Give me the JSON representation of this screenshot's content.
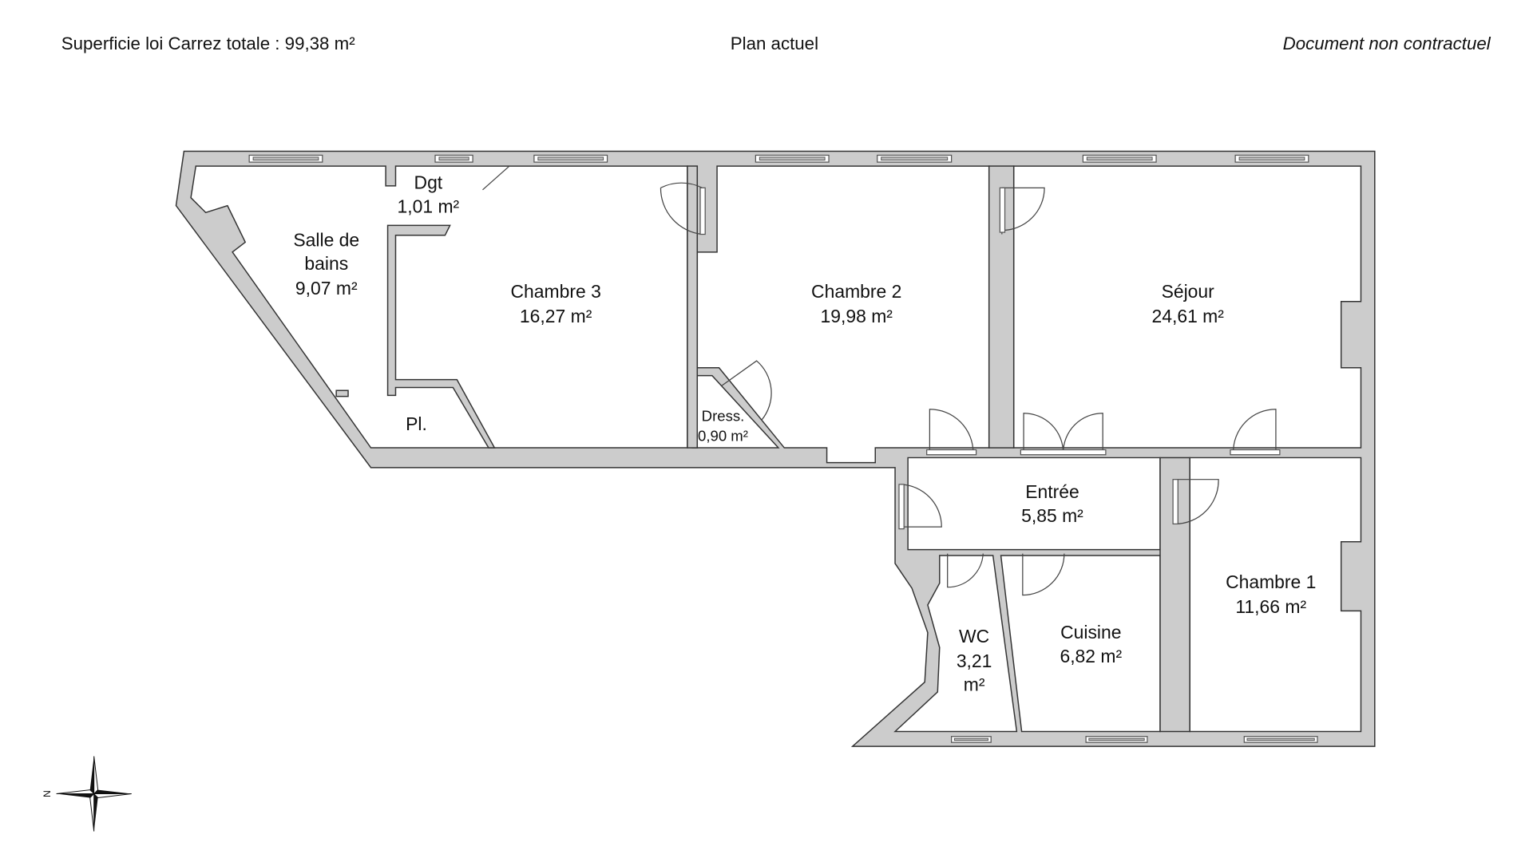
{
  "header": {
    "surface_label": "Superficie loi Carrez totale :  99,38 m²",
    "plan_title": "Plan actuel",
    "disclaimer": "Document non contractuel"
  },
  "rooms": {
    "salle_de_bains": {
      "name_line1": "Salle de",
      "name_line2": "bains",
      "area": "9,07 m²"
    },
    "dgt": {
      "name": "Dgt",
      "area": "1,01 m²"
    },
    "placard": {
      "name": "Pl."
    },
    "chambre3": {
      "name": "Chambre 3",
      "area": "16,27 m²"
    },
    "chambre2": {
      "name": "Chambre 2",
      "area": "19,98 m²"
    },
    "dress": {
      "name": "Dress.",
      "area": "0,90 m²"
    },
    "sejour": {
      "name": "Séjour",
      "area": "24,61 m²"
    },
    "entree": {
      "name": "Entrée",
      "area": "5,85 m²"
    },
    "chambre1": {
      "name": "Chambre 1",
      "area": "11,66 m²"
    },
    "cuisine": {
      "name": "Cuisine",
      "area": "6,82 m²"
    },
    "wc": {
      "name": "WC",
      "area_value": "3,21",
      "area_unit": "m²"
    }
  },
  "compass": {
    "north_label": "N",
    "icon": "compass-rose-icon"
  },
  "colors": {
    "wall": "#cccccc",
    "outline": "#333333"
  }
}
